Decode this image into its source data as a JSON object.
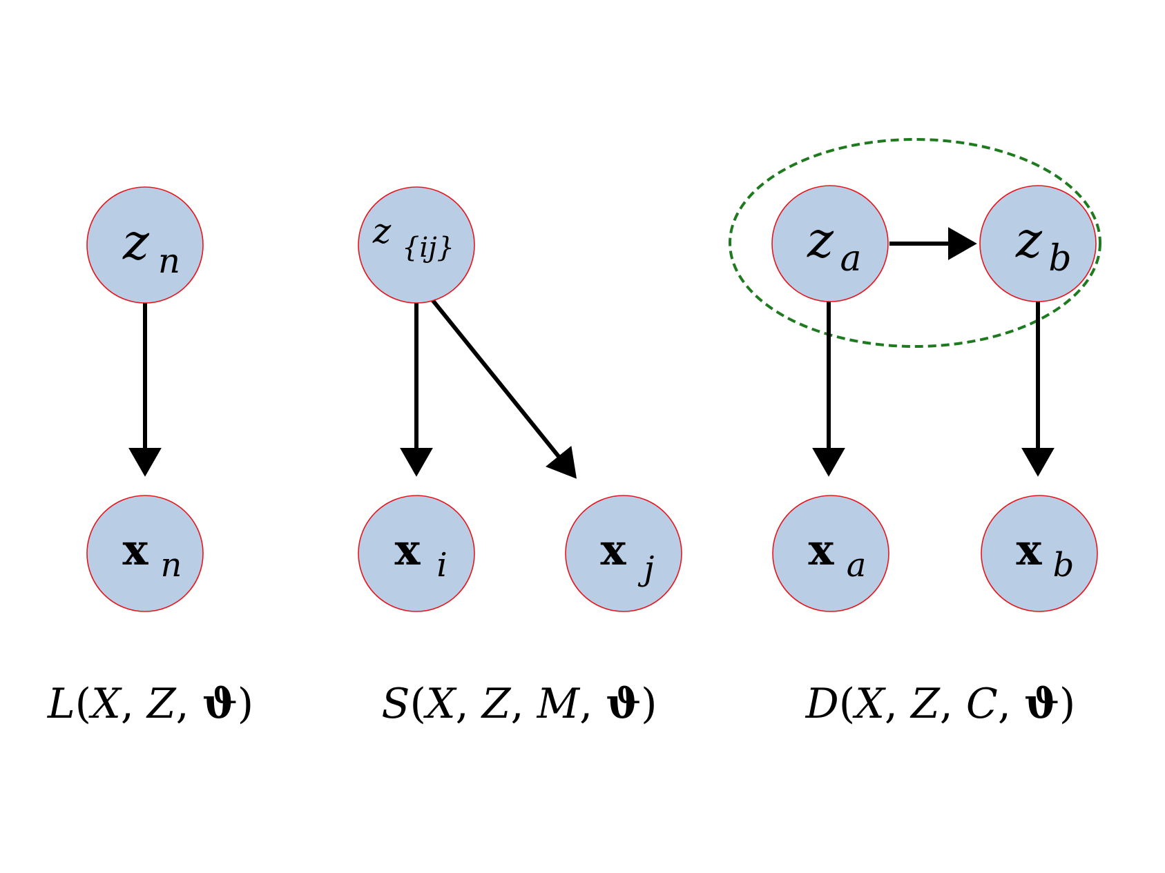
{
  "colors": {
    "node_fill": "#b9cde5",
    "node_stroke": "#e8141c",
    "edge": "#000000",
    "group_outline": "#1e7a1e",
    "background": "#ffffff"
  },
  "panels": [
    {
      "id": "L",
      "caption": {
        "sym": "L",
        "args": [
          "X",
          "Z",
          "ϑ"
        ]
      },
      "nodes": {
        "zn": {
          "base": "z",
          "sub": "n"
        },
        "xn": {
          "base": "x",
          "sub": "n"
        }
      }
    },
    {
      "id": "S",
      "caption": {
        "sym": "S",
        "args": [
          "X",
          "Z",
          "M",
          "ϑ"
        ]
      },
      "nodes": {
        "zij": {
          "base": "z",
          "sub": "{ij}"
        },
        "xi": {
          "base": "x",
          "sub": "i"
        },
        "xj": {
          "base": "x",
          "sub": "j"
        }
      }
    },
    {
      "id": "D",
      "caption": {
        "sym": "D",
        "args": [
          "X",
          "Z",
          "C",
          "ϑ"
        ]
      },
      "nodes": {
        "za": {
          "base": "z",
          "sub": "a"
        },
        "zb": {
          "base": "z",
          "sub": "b"
        },
        "xa": {
          "base": "x",
          "sub": "a"
        },
        "xb": {
          "base": "x",
          "sub": "b"
        }
      }
    }
  ]
}
